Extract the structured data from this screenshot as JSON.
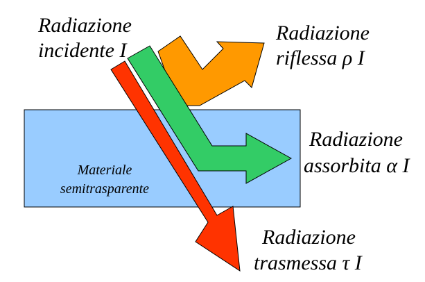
{
  "material": {
    "line1": "Materiale",
    "line2": "semitrasparente",
    "fill_color": "#99ccff",
    "border_color": "#000000"
  },
  "incident": {
    "line1": "Radiazione",
    "line2": "incidente I"
  },
  "reflected": {
    "line1": "Radiazione",
    "line2": "riflessa ρ I",
    "color": "#ff9900"
  },
  "absorbed": {
    "line1": "Radiazione",
    "line2": "assorbita α I",
    "color": "#33cc66"
  },
  "transmitted": {
    "line1": "Radiazione",
    "line2": "trasmessa τ I",
    "color": "#ff3300"
  }
}
